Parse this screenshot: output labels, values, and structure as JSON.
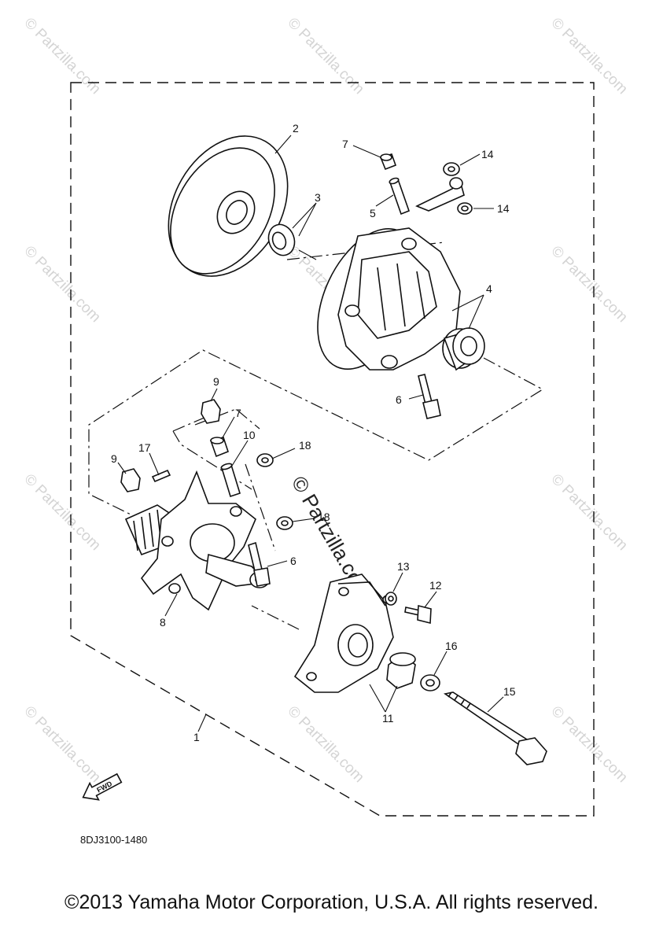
{
  "watermark": {
    "text": "© Partzilla.com",
    "center_text": "© Partzilla.com"
  },
  "callouts": {
    "c1": "1",
    "c2": "2",
    "c3": "3",
    "c4": "4",
    "c5": "5",
    "c6a": "6",
    "c6b": "6",
    "c7a": "7",
    "c7b": "7",
    "c8": "8",
    "c9a": "9",
    "c9b": "9",
    "c10": "10",
    "c11": "11",
    "c12": "12",
    "c13": "13",
    "c14a": "14",
    "c14b": "14",
    "c15": "15",
    "c16": "16",
    "c17": "17",
    "c18a": "18",
    "c18b": "18"
  },
  "fwd_label": "FWD",
  "diagram_code": "8DJ3100-1480",
  "copyright": "©2013 Yamaha Motor Corporation, U.S.A. All rights reserved."
}
